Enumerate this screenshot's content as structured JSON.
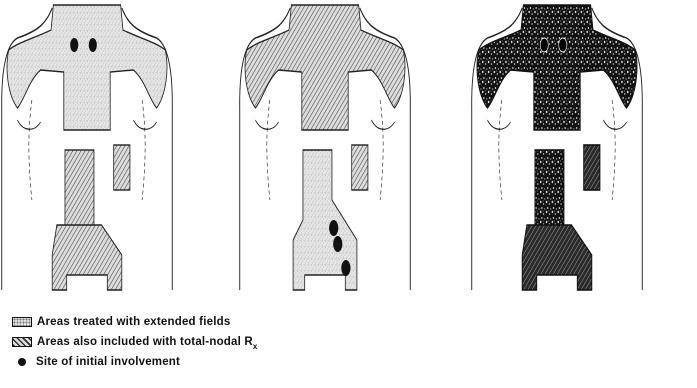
{
  "figures": [
    {
      "name": "torso-left",
      "dots": "neck"
    },
    {
      "name": "torso-middle",
      "dots": "abdomen"
    },
    {
      "name": "torso-right",
      "dots": "neck"
    }
  ],
  "legend": {
    "items": [
      {
        "key": "extended",
        "label": "Areas treated with extended fields"
      },
      {
        "key": "total_nodal",
        "label": "Areas also included with total-nodal R",
        "suffix": "x"
      },
      {
        "key": "initial",
        "label": "Site of initial involvement"
      }
    ]
  }
}
